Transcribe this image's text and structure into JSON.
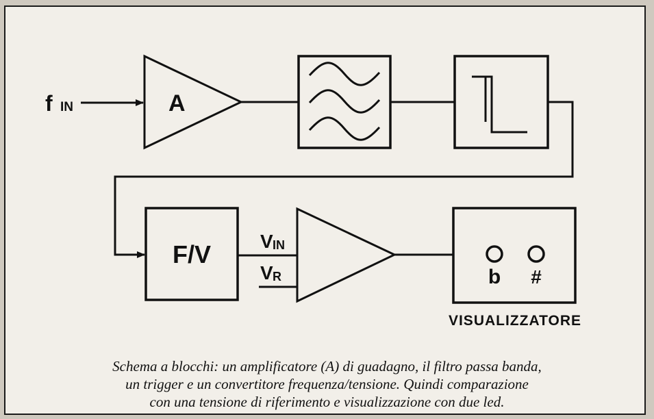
{
  "labels": {
    "input_f": "f",
    "input_sub": "IN",
    "amp": "A",
    "fv": "F/V",
    "vin": "V",
    "vin_sub": "IN",
    "vr": "V",
    "vr_sub": "R",
    "led_flat": "b",
    "led_sharp": "#",
    "display": "VISUALIZZATORE"
  },
  "caption": {
    "line1": "Schema a blocchi: un amplificatore (A) di guadagno, il filtro passa banda,",
    "line2": "un trigger e un convertitore frequenza/tensione. Quindi comparazione",
    "line3": "con una tensione di riferimento e visualizzazione con due led."
  }
}
